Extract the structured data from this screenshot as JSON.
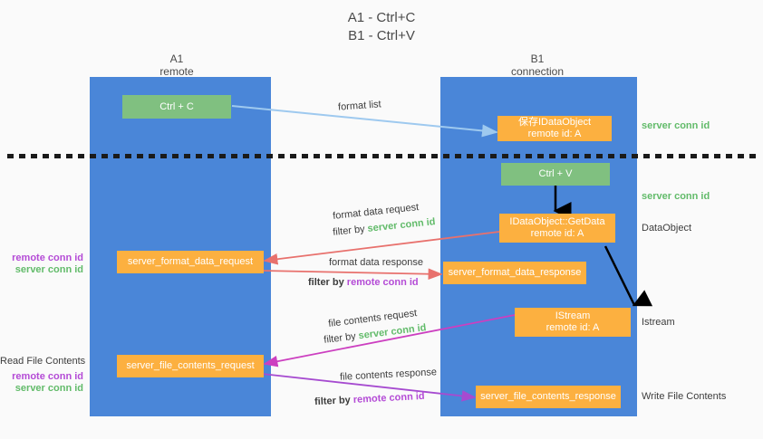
{
  "title": {
    "line1": "A1 - Ctrl+C",
    "line2": "B1 - Ctrl+V"
  },
  "columns": [
    {
      "name": "A1",
      "sub": "remote"
    },
    {
      "name": "B1",
      "sub": "connection"
    }
  ],
  "boxes": {
    "ctrl_c": {
      "line1": "Ctrl + C",
      "line2": ""
    },
    "ctrl_v": {
      "line1": "Ctrl + V",
      "line2": ""
    },
    "save_idataobject": {
      "line1": "保存IDataObject",
      "line2": "remote id: A"
    },
    "getdata": {
      "line1": "IDataObject::GetData",
      "line2": "remote id: A"
    },
    "istream": {
      "line1": "IStream",
      "line2": "remote id: A"
    },
    "server_format_data_request": {
      "line1": "server_format_data_request",
      "line2": ""
    },
    "server_format_data_response": {
      "line1": "server_format_data_response",
      "line2": ""
    },
    "server_file_contents_request": {
      "line1": "server_file_contents_request",
      "line2": ""
    },
    "server_file_contents_response": {
      "line1": "server_file_contents_response",
      "line2": ""
    }
  },
  "arrow_labels": {
    "format_list": "format list",
    "format_data_request": "format data request",
    "format_data_request_filter_prefix": "filter by ",
    "format_data_request_filter_key": "server conn id",
    "format_data_response": "format data response",
    "format_data_response_filter_prefix": "filter by ",
    "format_data_response_filter_key": "remote conn id",
    "file_contents_request": "file contents request",
    "file_contents_request_filter_prefix": "filter by ",
    "file_contents_request_filter_key": "server conn id",
    "file_contents_response": "file contents response",
    "file_contents_response_filter_prefix": "filter by ",
    "file_contents_response_filter_key": "remote conn id"
  },
  "right_labels": {
    "server_conn_id_top": "server conn id",
    "server_conn_id_mid": "server conn id",
    "dataobject": "DataObject",
    "istream": "Istream",
    "write_file_contents": "Write File Contents"
  },
  "left_labels": {
    "remote_conn_id_1": "remote conn id",
    "server_conn_id_1": "server conn id",
    "read_file_contents": "Read File Contents",
    "remote_conn_id_2": "remote conn id",
    "server_conn_id_2": "server conn id"
  },
  "colors": {
    "lane_blue": "#4a86d8",
    "box_green": "#80c080",
    "box_orange": "#fcb040",
    "server_conn_green": "#62bb6a",
    "remote_conn_purple": "#b44bd6",
    "arrow_light_blue": "#9ec9ef",
    "arrow_red": "#e8716d",
    "arrow_magenta": "#cc3fc0",
    "arrow_purple": "#a64bd0",
    "arrow_black": "#000000",
    "background": "#fafafa"
  }
}
